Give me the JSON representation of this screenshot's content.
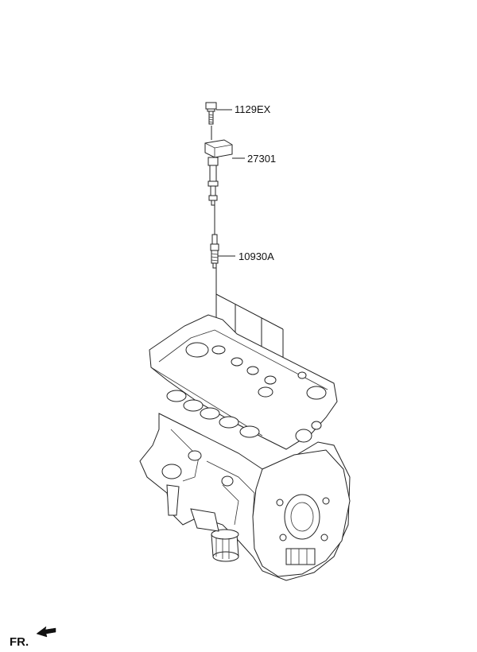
{
  "callouts": [
    {
      "label": "1129EX",
      "part": "bolt"
    },
    {
      "label": "27301",
      "part": "ignition-coil"
    },
    {
      "label": "10930A",
      "part": "spark-plug"
    }
  ],
  "direction_marker": {
    "label": "FR.",
    "icon": "front-direction-arrow-icon"
  }
}
